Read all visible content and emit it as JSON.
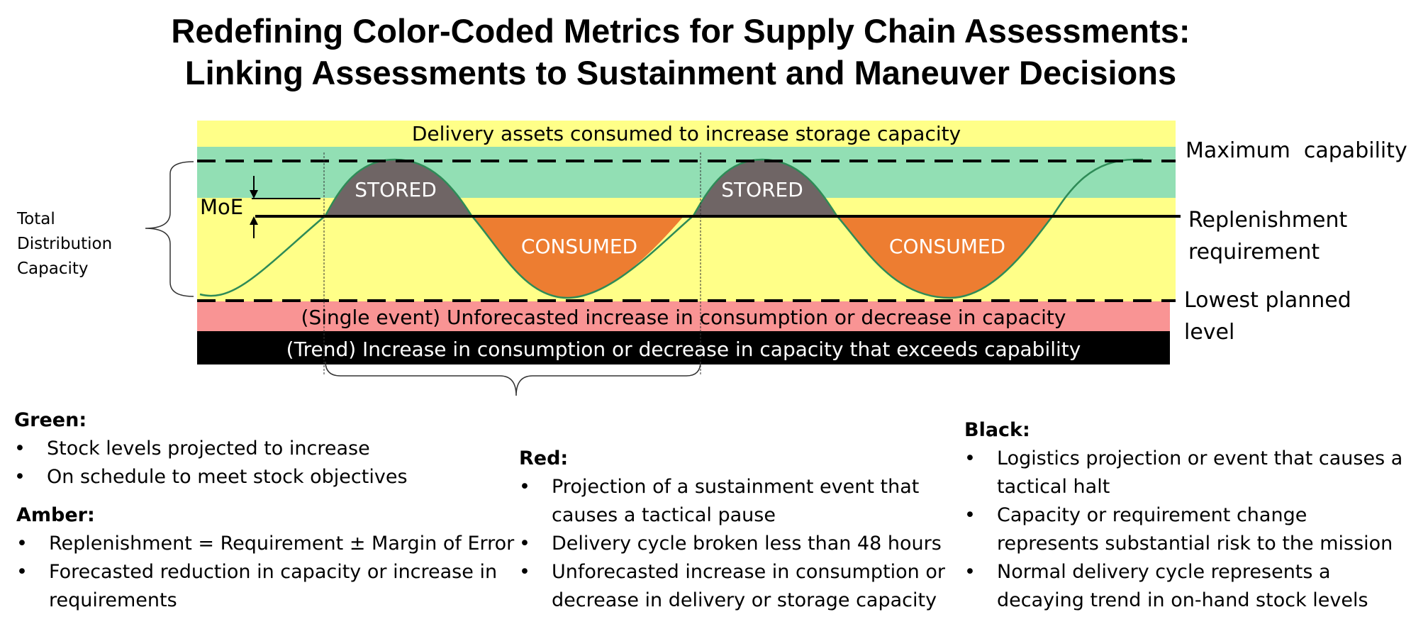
{
  "title": {
    "line1": "Redefining Color-Coded Metrics for Supply Chain Assessments:",
    "line2": "Linking Assessments to Sustainment and Maneuver Decisions"
  },
  "diagram": {
    "bands": {
      "top_yellow": "Delivery assets consumed to increase storage capacity",
      "red": "(Single event) Unforecasted increase in consumption or decrease in capacity",
      "black": "(Trend) Increase in consumption or decrease in capacity that exceeds capability"
    },
    "right_labels": {
      "maximum": "Maximum  capability",
      "replenishment_line1": "Replenishment",
      "replenishment_line2": "requirement",
      "lowest_line1": "Lowest planned",
      "lowest_line2": "level"
    },
    "left_label": [
      "Total",
      "Distribution",
      "Capacity"
    ],
    "moe": "MoE",
    "stored": "STORED",
    "consumed": "CONSUMED",
    "colors": {
      "yellow": "#ffff88",
      "green": "#92dfb4",
      "red": "#f99494",
      "black": "#000000",
      "stored": "#6f6565",
      "consumed": "#ed7d31",
      "curve": "#2e8b57"
    }
  },
  "sections": {
    "green": {
      "heading": "Green:",
      "items": [
        "Stock levels projected to increase",
        "On schedule to meet stock objectives"
      ]
    },
    "amber": {
      "heading": "Amber:",
      "items": [
        "Replenishment = Requirement ± Margin of Error",
        "Forecasted reduction in capacity or increase in",
        "requirements"
      ]
    },
    "red": {
      "heading": "Red:",
      "items": [
        "Projection of a sustainment event that",
        "causes a tactical pause",
        "Delivery cycle broken less than 48 hours",
        "Unforecasted increase in consumption or",
        "decrease in delivery or storage capacity"
      ]
    },
    "black": {
      "heading": "Black:",
      "items": [
        "Logistics projection or event that causes a",
        "tactical halt",
        "Capacity or requirement change",
        "represents substantial risk to the mission",
        "Normal delivery cycle represents a",
        "decaying trend in on-hand stock levels"
      ]
    },
    "bullet": "•"
  }
}
